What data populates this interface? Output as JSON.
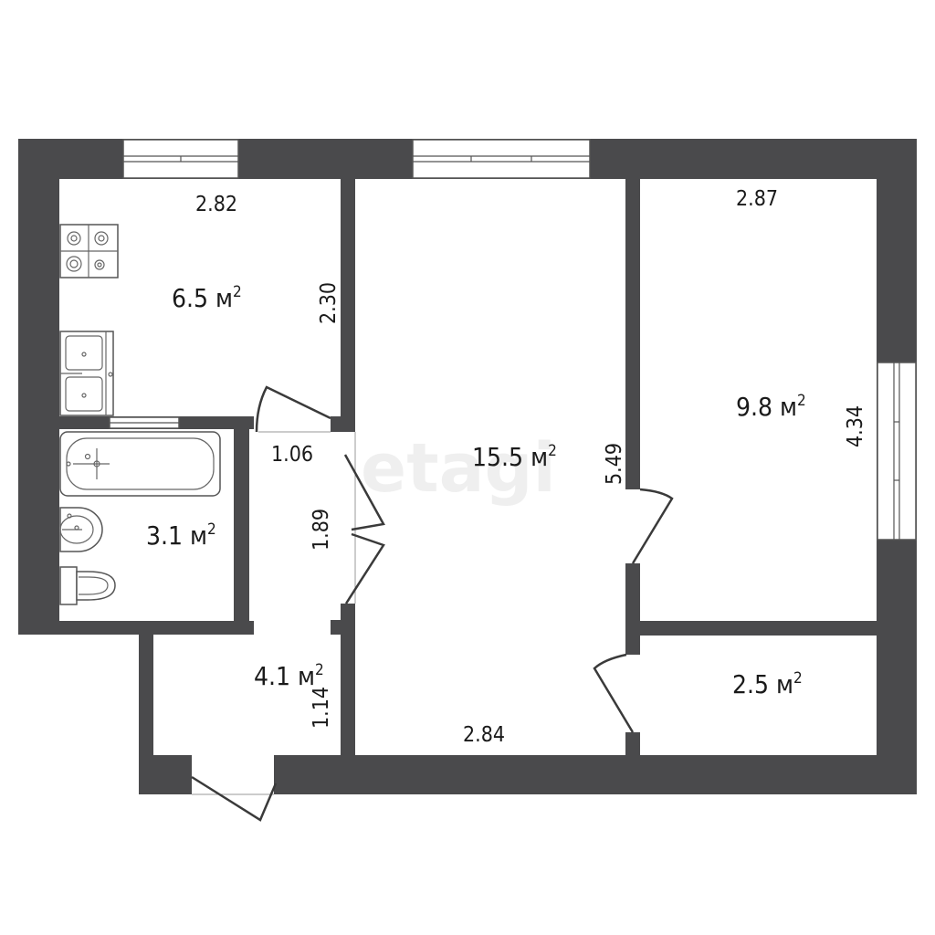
{
  "watermark": "etagi",
  "rooms": {
    "kitchen": {
      "area": "6.5 м",
      "sup": "2",
      "width": "2.82",
      "length": "2.30"
    },
    "bathroom": {
      "area": "3.1 м",
      "sup": "2"
    },
    "living": {
      "area": "15.5 м",
      "sup": "2",
      "width": "2.84",
      "length": "5.49"
    },
    "bedroom": {
      "area": "9.8 м",
      "sup": "2",
      "width": "2.87",
      "length": "4.34"
    },
    "storage": {
      "area": "2.5 м",
      "sup": "2"
    },
    "corridor": {
      "area": "4.1 м",
      "sup": "2",
      "width": "1.06",
      "length": "1.89"
    },
    "entrance": {
      "length": "1.14"
    }
  },
  "colors": {
    "wall": "#4a4a4c",
    "background": "#ffffff"
  }
}
